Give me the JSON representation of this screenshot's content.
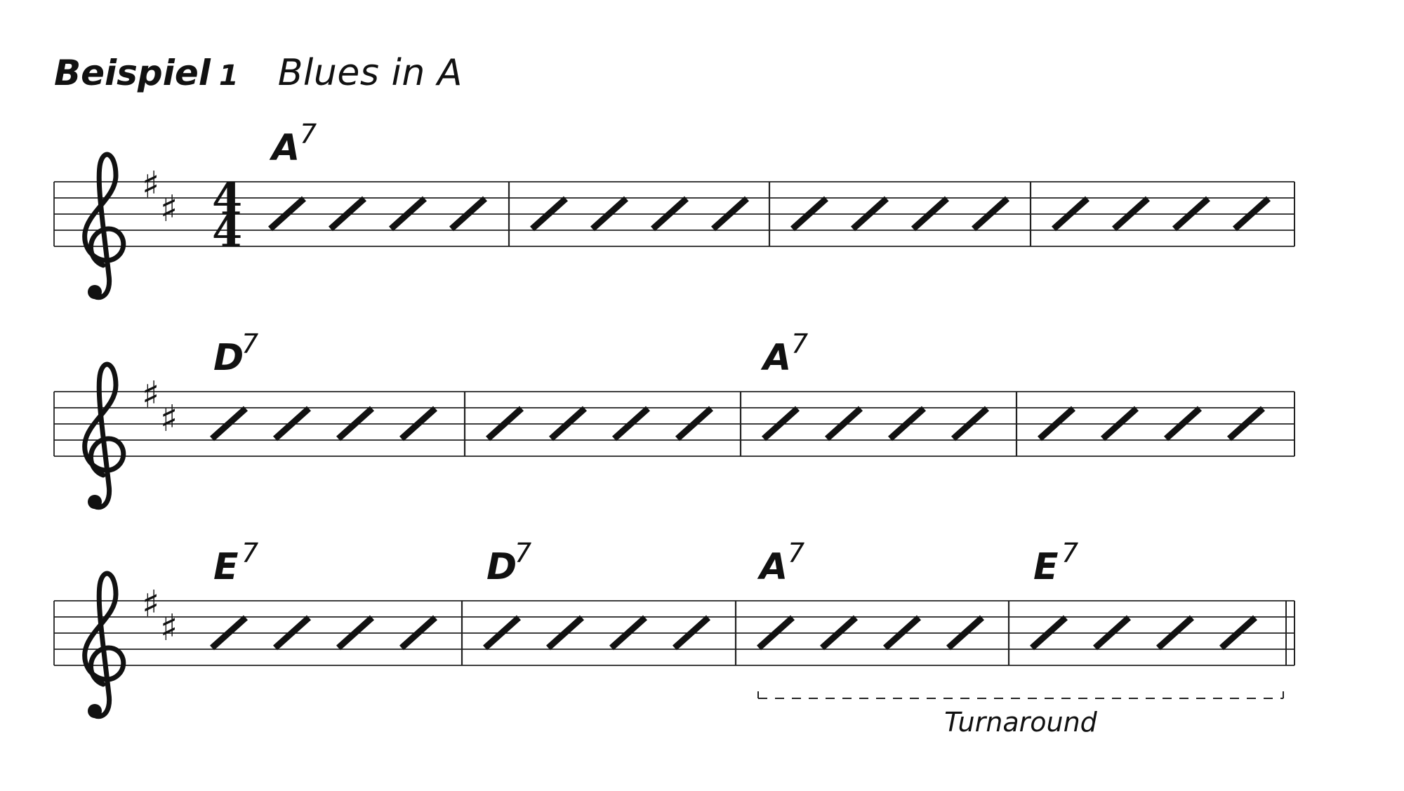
{
  "title": {
    "label": "Beispiel",
    "number": "1",
    "subtitle": "Blues in A"
  },
  "key_signature": {
    "sharps": 2,
    "symbol": "♯"
  },
  "time_signature": {
    "numerator": "4",
    "denominator": "4"
  },
  "clef": "treble-clef-icon",
  "beats_per_measure": 4,
  "systems": [
    {
      "measures": [
        {
          "chord": {
            "root": "A",
            "ext": "7"
          }
        },
        {
          "chord": null
        },
        {
          "chord": null
        },
        {
          "chord": null
        }
      ]
    },
    {
      "measures": [
        {
          "chord": {
            "root": "D",
            "ext": "7"
          }
        },
        {
          "chord": null
        },
        {
          "chord": {
            "root": "A",
            "ext": "7"
          }
        },
        {
          "chord": null
        }
      ]
    },
    {
      "measures": [
        {
          "chord": {
            "root": "E",
            "ext": "7"
          }
        },
        {
          "chord": {
            "root": "D",
            "ext": "7"
          }
        },
        {
          "chord": {
            "root": "A",
            "ext": "7"
          }
        },
        {
          "chord": {
            "root": "E",
            "ext": "7"
          }
        }
      ]
    }
  ],
  "turnaround": {
    "label": "Turnaround",
    "from_measure": 3,
    "to_measure": 4
  },
  "final_barline": "double"
}
